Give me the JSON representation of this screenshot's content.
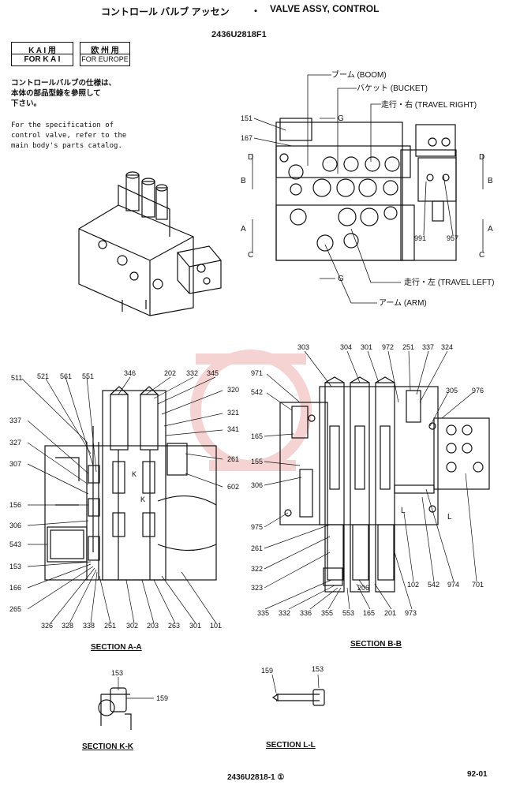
{
  "header": {
    "title_jp": "コントロール バルブ アッセン",
    "dot": "・",
    "title_en": "VALVE ASSY, CONTROL",
    "part_number": "2436U2818F1"
  },
  "applicability": {
    "kai_jp": "K A I 用",
    "kai_en": "FOR K A I",
    "europe_jp": "欧 州 用",
    "europe_en": "FOR EUROPE"
  },
  "note": {
    "jp_line1": "コントロールバルブの仕様は、",
    "jp_line2": "本体の部品型錄を參照して",
    "jp_line3": "下さい。",
    "en_line1": "For the specification of",
    "en_line2": "control valve, refer to the",
    "en_line3": "main body's parts catalog."
  },
  "top_view": {
    "boom": "ブーム (BOOM)",
    "bucket": "バケット (BUCKET)",
    "travel_right": "走行・右 (TRAVEL RIGHT)",
    "travel_left": "走行・左 (TRAVEL LEFT)",
    "arm": "アーム (ARM)",
    "labels": [
      "151",
      "167",
      "991",
      "957"
    ],
    "cut_letters": [
      "G",
      "G",
      "D",
      "B",
      "D",
      "B",
      "A",
      "C",
      "A",
      "C"
    ]
  },
  "section_aa": {
    "title": "SECTION  A-A",
    "labels": [
      "511",
      "521",
      "561",
      "551",
      "346",
      "202",
      "332",
      "345",
      "320",
      "321",
      "341",
      "261",
      "602",
      "337",
      "327",
      "307",
      "156",
      "306",
      "543",
      "153",
      "166",
      "265",
      "326",
      "328",
      "338",
      "251",
      "302",
      "203",
      "263",
      "301",
      "101"
    ],
    "cut_letters": [
      "K",
      "K"
    ]
  },
  "section_bb": {
    "title": "SECTION  B-B",
    "labels": [
      "303",
      "304",
      "301",
      "972",
      "251",
      "337",
      "324",
      "971",
      "305",
      "976",
      "542",
      "165",
      "155",
      "306",
      "975",
      "261",
      "322",
      "323",
      "335",
      "332",
      "336",
      "355",
      "553",
      "165",
      "201",
      "973",
      "206",
      "102",
      "542",
      "974",
      "701"
    ],
    "cut_letters": [
      "L",
      "L"
    ]
  },
  "section_kk": {
    "title": "SECTION  K-K",
    "labels": [
      "153",
      "159"
    ]
  },
  "section_ll": {
    "title": "SECTION  L-L",
    "labels": [
      "159",
      "153"
    ]
  },
  "footer": {
    "drawing_number": "2436U2818-1 ①",
    "page": "92-01"
  },
  "colors": {
    "ink": "#111111",
    "watermark": "#f0b6b6"
  }
}
